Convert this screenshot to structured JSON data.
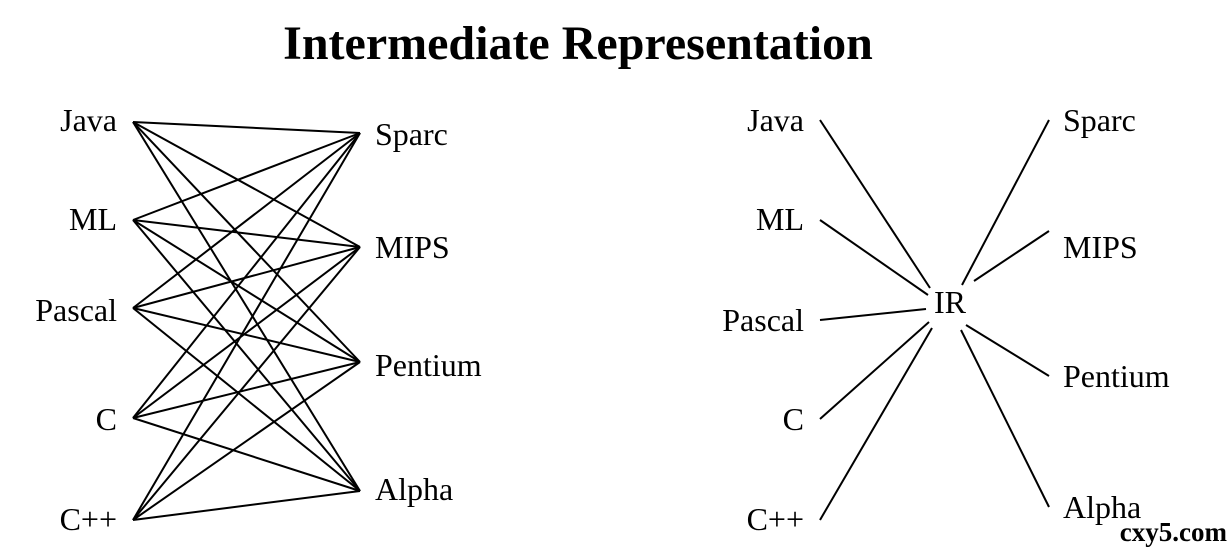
{
  "title": "Intermediate Representation",
  "left_diagram": {
    "sources": [
      "Java",
      "ML",
      "Pascal",
      "C",
      "C++"
    ],
    "targets": [
      "Sparc",
      "MIPS",
      "Pentium",
      "Alpha"
    ]
  },
  "right_diagram": {
    "sources": [
      "Java",
      "ML",
      "Pascal",
      "C",
      "C++"
    ],
    "hub": "IR",
    "targets": [
      "Sparc",
      "MIPS",
      "Pentium",
      "Alpha"
    ]
  },
  "watermark": "cxy5.com",
  "colors": {
    "ink": "#000000",
    "background": "#ffffff",
    "watermark": "#e8151b"
  }
}
